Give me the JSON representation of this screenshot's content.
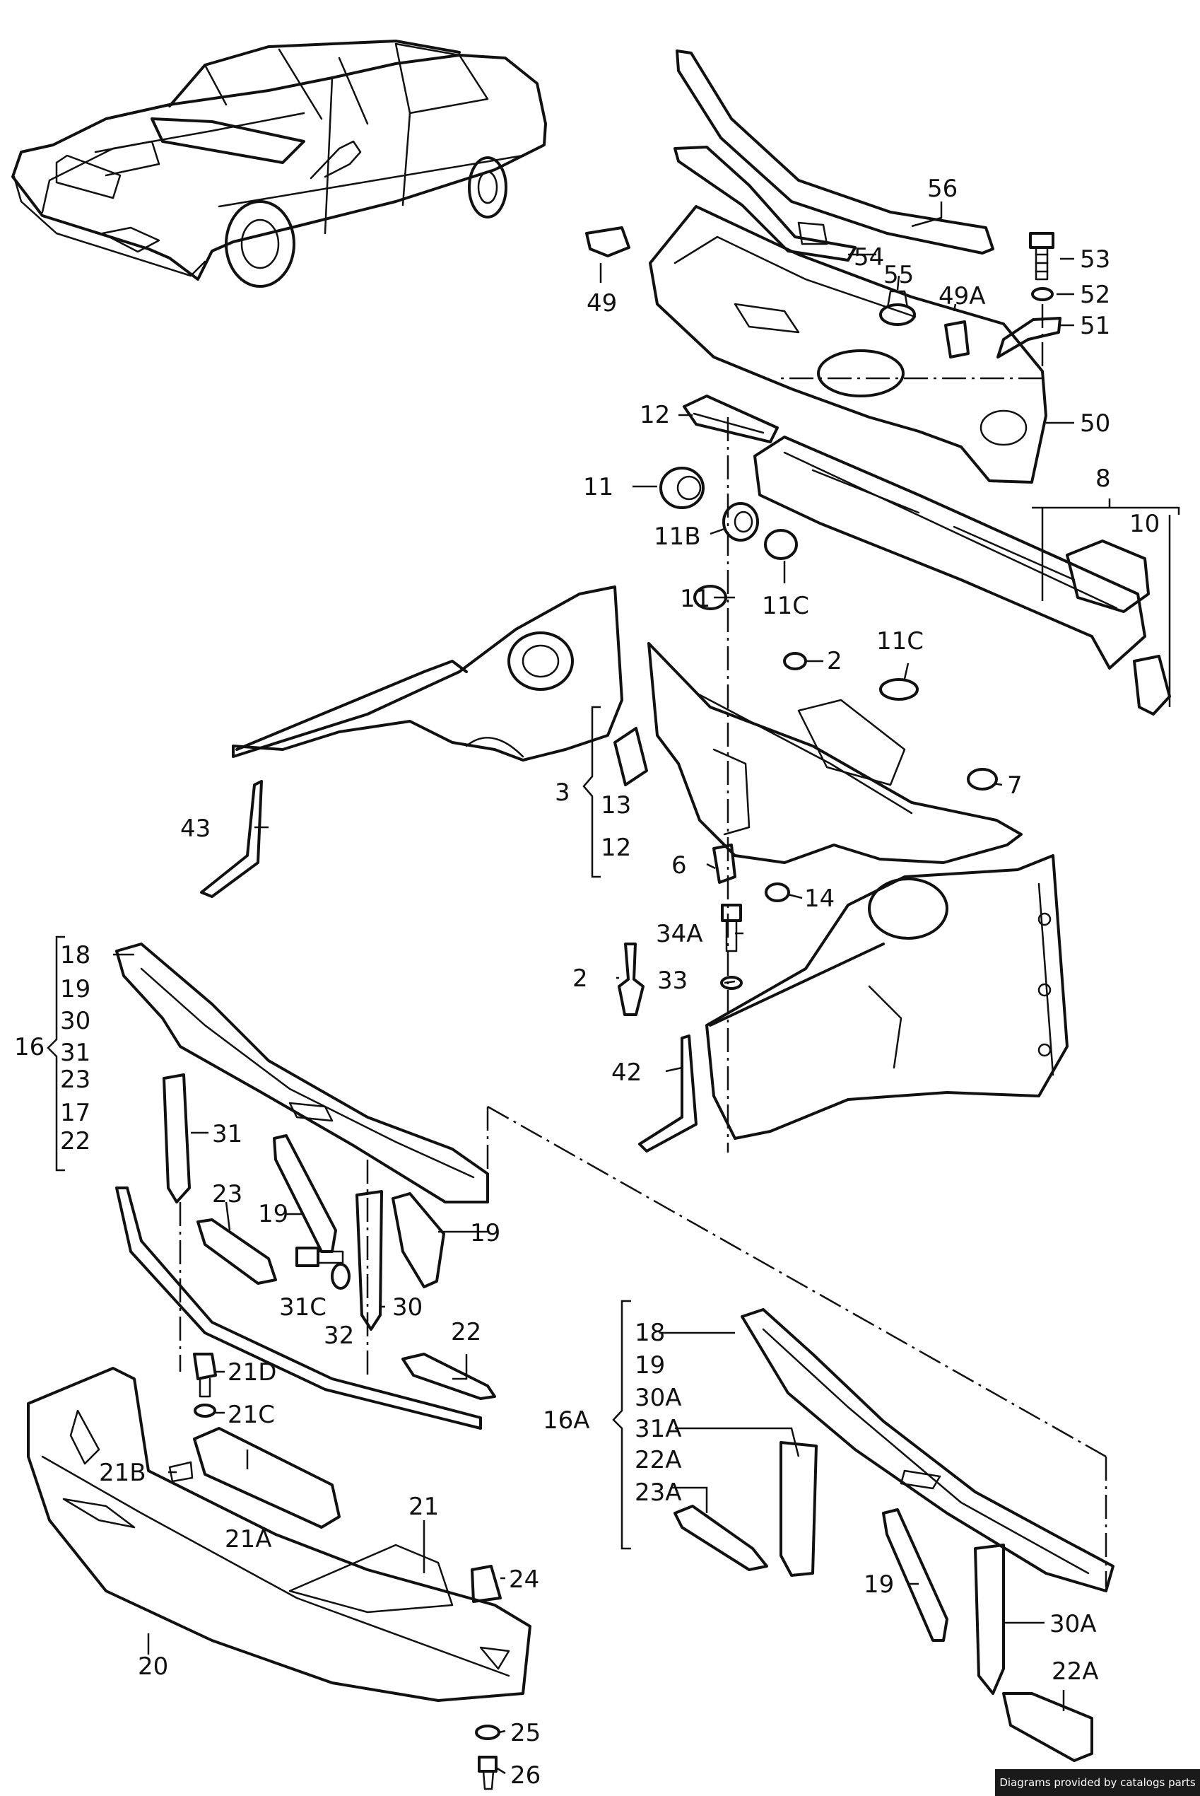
{
  "diagram": {
    "callouts": {
      "c56": "56",
      "c54": "54",
      "c53": "53",
      "c55": "55",
      "c52": "52",
      "c49": "49",
      "c49a": "49A",
      "c51": "51",
      "c50": "50",
      "c12_top": "12",
      "c8": "8",
      "c11_top": "11",
      "c10": "10",
      "c11b": "11B",
      "c11c_a": "11C",
      "c11_mid": "11",
      "c2_top": "2",
      "c11c_b": "11C",
      "c7": "7",
      "c3": "3",
      "c13": "13",
      "c12_mid": "12",
      "c43": "43",
      "c6": "6",
      "c14": "14",
      "c34a": "34A",
      "c2_mid": "2",
      "c33": "33",
      "c42": "42",
      "c18": "18",
      "c19_g": "19",
      "c30": "30",
      "c16": "16",
      "c31_g": "31",
      "c23_g": "23",
      "c17": "17",
      "c22_g": "22",
      "c31": "31",
      "c23": "23",
      "c19_a": "19",
      "c19_b": "19",
      "c31c": "31C",
      "c32": "32",
      "c30b": "30",
      "c22": "22",
      "c21d": "21D",
      "c21c": "21C",
      "c21b": "21B",
      "c21a": "21A",
      "c21": "21",
      "c24": "24",
      "c20": "20",
      "c25": "25",
      "c26": "26",
      "c18a": "18",
      "c19a_g": "19",
      "c30a_g": "30A",
      "c16a": "16A",
      "c31a_g": "31A",
      "c22a_g": "22A",
      "c23a_g": "23A",
      "c19c": "19",
      "c30a": "30A",
      "c22a": "22A"
    }
  },
  "footer": {
    "credit": "Diagrams provided by catalogs parts"
  }
}
